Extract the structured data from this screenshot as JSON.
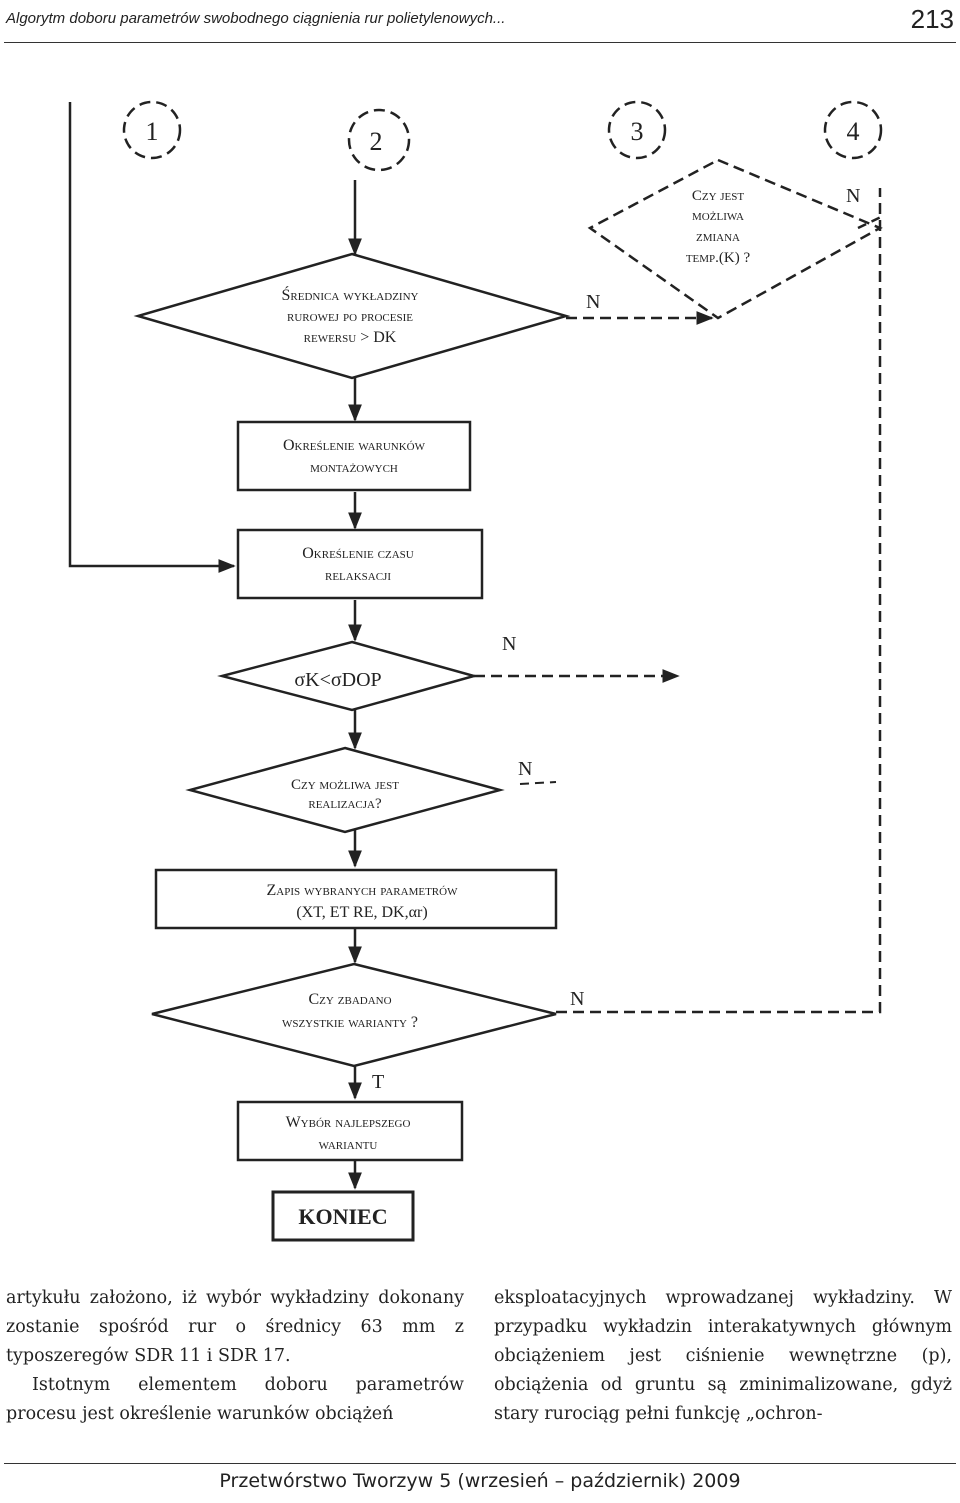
{
  "header": {
    "running_title": "Algorytm doboru parametrów swobodnego ciągnienia rur polietylenowych...",
    "page_number": "213"
  },
  "flowchart": {
    "connectors": [
      "1",
      "2",
      "3",
      "4"
    ],
    "decision_temp": [
      "Czy jest",
      "możliwa",
      "zmiana",
      "temp.(K) ?"
    ],
    "decision_diameter": [
      "Średnica wykładziny",
      "rurowej po procesie",
      "rewersu > DK"
    ],
    "box_conditions": [
      "Określenie warunków",
      "montażowych"
    ],
    "box_relaxation": [
      "Określenie czasu",
      "relaksacji"
    ],
    "decision_sigma": "σK<σDOP",
    "decision_realization": [
      "Czy możliwa jest",
      "realizacja?"
    ],
    "box_save": [
      "Zapis wybranych parametrów",
      "(XT, ET RE, DK,αr)"
    ],
    "decision_all": [
      "Czy zbadano",
      "wszystkie warianty ?"
    ],
    "label_no": "N",
    "label_yes": "T",
    "box_best": [
      "Wybór najlepszego",
      "wariantu"
    ],
    "box_end": "KONIEC"
  },
  "body": {
    "left_p1": "artykułu założono, iż wybór wykładziny dokonany zostanie spośród rur o średnicy 63 mm z typoszeregów SDR 11 i SDR 17.",
    "left_p2": "Istotnym elementem doboru parametrów procesu jest określenie warunków obciążeń",
    "right_p1": "eksploatacyjnych wprowadzanej wykładziny. W przypadku wykładzin interakatywnych głównym obciążeniem jest ciśnienie wewnętrzne (p), obciążenia od gruntu są zminimalizowane, gdyż stary rurociąg pełni funkcję „ochron-"
  },
  "footer": {
    "journal": "Przetwórstwo Tworzyw 5 (wrzesień – październik) 2009"
  }
}
